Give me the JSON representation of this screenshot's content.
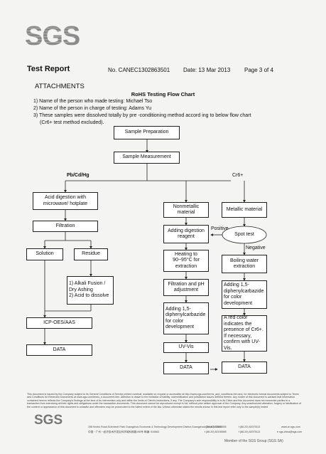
{
  "header": {
    "logo": "SGS",
    "title": "Test Report",
    "report_no": "No. CANEC1302863501",
    "date": "Date: 13 Mar 2013",
    "page": "Page 3 of 4"
  },
  "section": "ATTACHMENTS",
  "flow_title": "RoHS Testing Flow Chart",
  "notes": [
    "1) Name of the person who made testing:  Michael Tso",
    "2) Name of the person in charge of testing:  Adams Yu",
    "3) These samples were dissolved totally by pre -conditioning method accord ing to below flow chart",
    "(Cr6+ test method excluded)."
  ],
  "flow": {
    "sample_prep": "Sample Preparation",
    "sample_meas": "Sample Measurement",
    "branch_left": "Pb/Cd/Hg",
    "branch_right": "Cr6+",
    "acid": "Acid digestion with microwave/ hotplate",
    "filtration": "Filtration",
    "solution": "Solution",
    "residue": "Residue",
    "alkali": "1) Alkali Fusion / Dry Ashing\n2) Acid to dissolve",
    "icp": "ICP-OES/AAS",
    "data_left": "DATA",
    "nonmetallic": "Nonmetallic material",
    "metallic": "Metallic material",
    "adding_digestion": "Adding digestion reagent",
    "heating": "Heating to 90~95°C for extraction",
    "filtration_ph": "Filtration and pH adjustment",
    "adding_dpc_left": "Adding 1,5-diphenylcarbazide for color development",
    "uvvis": "UV-Vis",
    "data_mid": "DATA",
    "spot_test": "Spot test",
    "positive": "Positive",
    "negative": "Negative",
    "boiling": "Boiling water extraction",
    "adding_dpc_right": "Adding 1,5-diphenylcarbazide for color development",
    "red_color": "A red color indicates the presence of Cr6+. If necessary, confirm with UV-Vis.",
    "data_right": "DATA"
  },
  "footer": {
    "disclaimer": "This document is issued by the Company subject to its General Conditions of Service printed overleaf, available on request or accessible at http://www.sgs.com/terms_and_conditions.htm and, for electronic format documents,subject to Terms and Conditions for Electronic Documents at www.sgs.com/terms_e-document.htm. Attention is drawn to the limitation of liability, indemnification and jurisdiction issues defined therein. Any holder of this document is advised that information contained hereon reflects the Company's findings at the time of its intervention only and within the limits of Client's instructions, if any. The Company's sole responsibility is to its Client and this document does not exonerate parties to a transaction from exercising all their rights and obligations under the transaction documents. This document cannot be reproduced except in full, without prior written approval of the Company. Any unauthorized alteration, forgery or falsification of the content or appearance of this document is unlawful and offenders may be prosecuted to the fullest extent of the law. Unless otherwise stated the results shown in this test report refer only to the sample(s) tested.",
    "addr_en": "198 Kezhu Road,Scientech Park Guangzhou Economic & Technology Development District,Guangzhou,China  510663",
    "addr_cn": "中国・广州・经济技术开发区科学城科珠路198号    邮编: 510663",
    "tel": "t (86-20) 82155555",
    "fax": "f (86-20) 82075113",
    "web": "www.cn.sgs.com",
    "email": "e sgs.china@sgs.com",
    "member": "Member of the SGS Group (SGS SA)",
    "logo": "SGS"
  }
}
